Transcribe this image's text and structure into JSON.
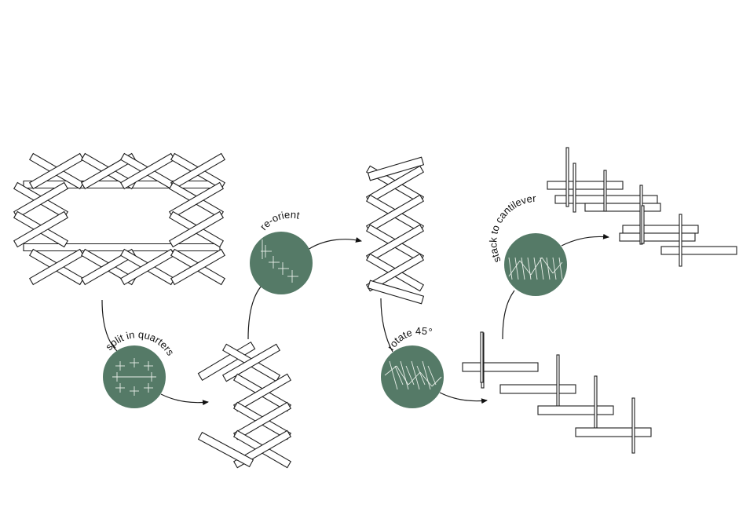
{
  "steps": [
    {
      "label": "split in quarters",
      "icon": "split-quarters-icon"
    },
    {
      "label": "re-orient",
      "icon": "re-orient-icon"
    },
    {
      "label": "rotate 45°",
      "icon": "rotate-icon"
    },
    {
      "label": "stack to cantilever",
      "icon": "cantilever-icon"
    }
  ],
  "colors": {
    "disc": "#557a67",
    "outline": "#1e1e1e",
    "background": "#ffffff"
  }
}
